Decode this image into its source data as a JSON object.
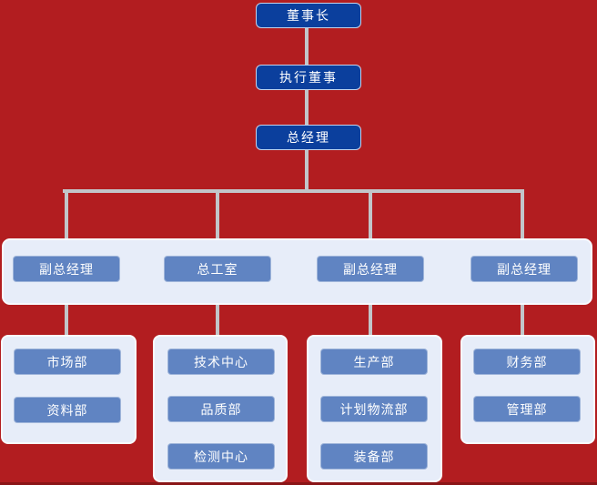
{
  "colors": {
    "background": "#B21D20",
    "background_bottom_edge": "#8A1517",
    "executive_box_bg": "#0B3F9D",
    "dept_box_bg": "#6084C2",
    "panel_bg": "#E7EDF9",
    "panel_border": "#F8FAFE",
    "connector": "#C2C5C9",
    "text": "#FFFFFF"
  },
  "org_chart": {
    "top_levels": [
      {
        "label": "董事长"
      },
      {
        "label": "执行董事"
      },
      {
        "label": "总经理"
      }
    ],
    "management_band": {
      "items": [
        {
          "label": "副总经理"
        },
        {
          "label": "总工室"
        },
        {
          "label": "副总经理"
        },
        {
          "label": "副总经理"
        }
      ]
    },
    "department_groups": [
      {
        "items": [
          {
            "label": "市场部"
          },
          {
            "label": "资料部"
          }
        ]
      },
      {
        "items": [
          {
            "label": "技术中心"
          },
          {
            "label": "品质部"
          },
          {
            "label": "检测中心"
          }
        ]
      },
      {
        "items": [
          {
            "label": "生产部"
          },
          {
            "label": "计划物流部"
          },
          {
            "label": "装备部"
          }
        ]
      },
      {
        "items": [
          {
            "label": "财务部"
          },
          {
            "label": "管理部"
          }
        ]
      }
    ]
  }
}
